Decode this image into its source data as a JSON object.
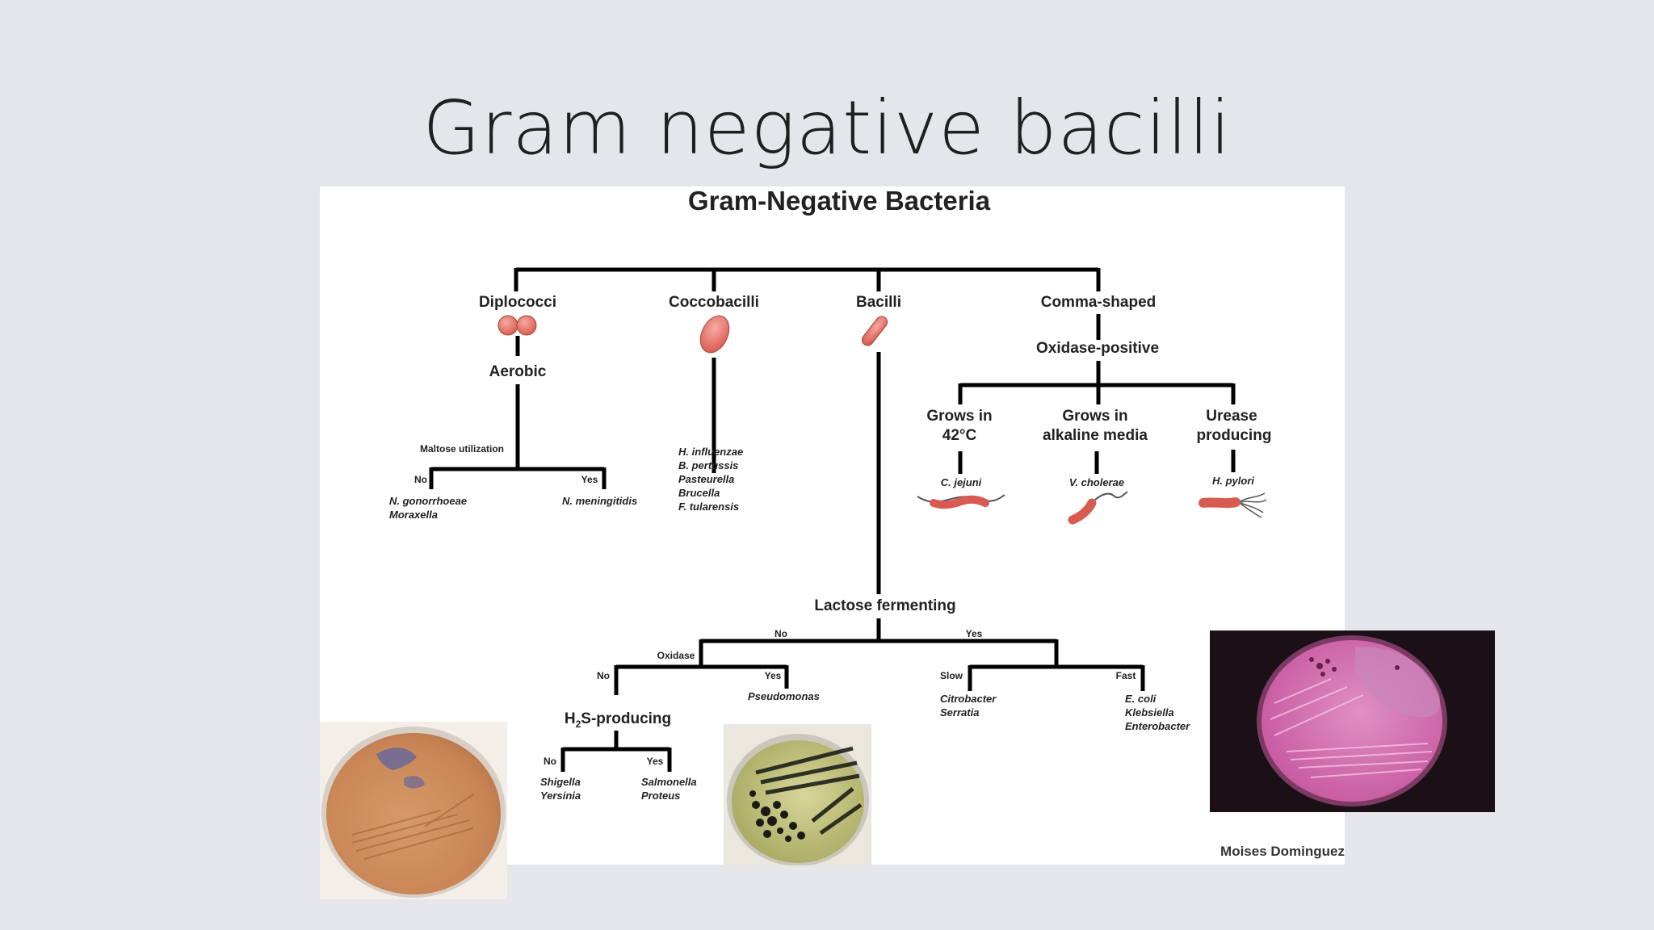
{
  "slide": {
    "title": "Gram negative bacilli"
  },
  "chart": {
    "title": "Gram-Negative Bacteria",
    "categories": {
      "diplococci": "Diplococci",
      "coccobacilli": "Coccobacilli",
      "bacilli": "Bacilli",
      "comma": "Comma-shaped"
    },
    "diplo": {
      "aerobic": "Aerobic",
      "maltose": "Maltose utilization",
      "no": "No",
      "yes": "Yes",
      "no_organisms": [
        "N. gonorrhoeae",
        "Moraxella"
      ],
      "yes_organisms": [
        "N. meningitidis"
      ]
    },
    "cocco": {
      "organisms": [
        "H. influenzae",
        "B. pertussis",
        "Pasteurella",
        "Brucella",
        "F. tularensis"
      ]
    },
    "comma": {
      "oxidase_positive": "Oxidase-positive",
      "branch1": [
        "Grows in",
        "42°C"
      ],
      "branch2": [
        "Grows in",
        "alkaline media"
      ],
      "branch3": [
        "Urease",
        "producing"
      ],
      "org1": "C. jejuni",
      "org2": "V. cholerae",
      "org3": "H. pylori"
    },
    "bacilli": {
      "lactose": "Lactose fermenting",
      "no": "No",
      "yes": "Yes",
      "oxidase": "Oxidase",
      "ox_no": "No",
      "ox_yes": "Yes",
      "pseudomonas": "Pseudomonas",
      "h2s_h": "H",
      "h2s_sub": "2",
      "h2s_rest": "S-producing",
      "h2s_no": "No",
      "h2s_yes": "Yes",
      "h2s_no_organisms": [
        "Shigella",
        "Yersinia"
      ],
      "h2s_yes_organisms": [
        "Salmonella",
        "Proteus"
      ],
      "slow": "Slow",
      "fast": "Fast",
      "slow_organisms": [
        "Citrobacter",
        "Serratia"
      ],
      "fast_organisms": [
        "E. coli",
        "Klebsiella",
        "Enterobacter"
      ]
    },
    "credit": "Moises Dominguez"
  },
  "colors": {
    "background": "#e4e6ea",
    "bacteria": "#e8736a",
    "line": "#000000"
  }
}
